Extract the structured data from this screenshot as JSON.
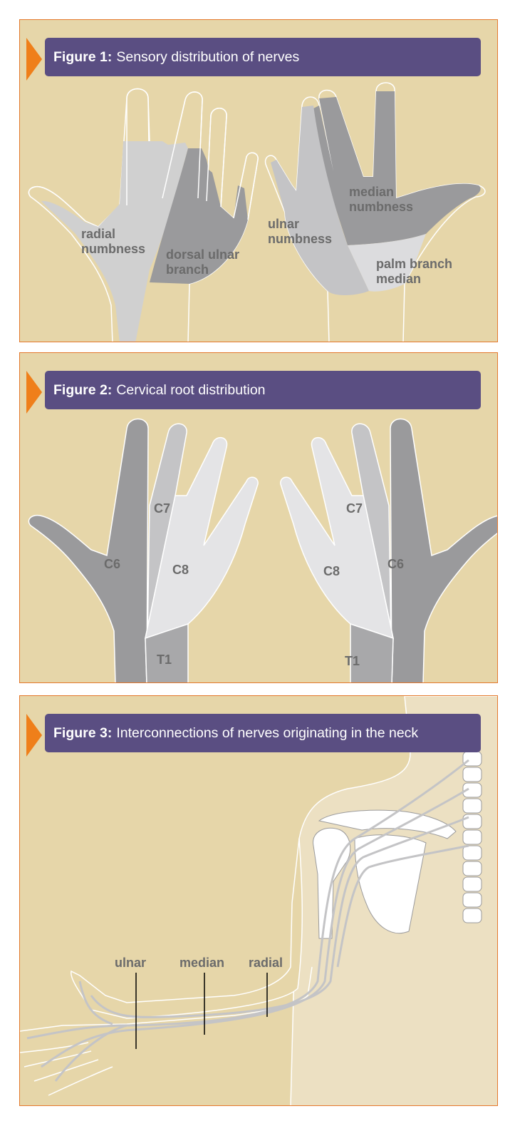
{
  "figure1": {
    "prefix": "Figure 1:",
    "caption": "Sensory distribution of nerves",
    "left_hand": {
      "radial_line1": "radial",
      "radial_line2": "numbness",
      "dorsal_line1": "dorsal ulnar",
      "dorsal_line2": "branch"
    },
    "right_hand": {
      "median_line1": "median",
      "median_line2": "numbness",
      "ulnar_line1": "ulnar",
      "ulnar_line2": "numbness",
      "palm_line1": "palm branch",
      "palm_line2": "median"
    }
  },
  "figure2": {
    "prefix": "Figure 2:",
    "caption": "Cervical root distribution",
    "left_hand": {
      "c6": "C6",
      "c7": "C7",
      "c8": "C8",
      "t1": "T1"
    },
    "right_hand": {
      "c6": "C6",
      "c7": "C7",
      "c8": "C8",
      "t1": "T1"
    }
  },
  "figure3": {
    "prefix": "Figure 3:",
    "caption": "Interconnections of nerves originating in the neck",
    "labels": {
      "ulnar": "ulnar",
      "median": "median",
      "radial": "radial"
    }
  },
  "colors": {
    "panel_bg": "#e6d6a9",
    "panel_border": "#e4782c",
    "banner": "#5a4e82",
    "arrow": "#ef7f1a",
    "label": "#6b6b6b"
  }
}
